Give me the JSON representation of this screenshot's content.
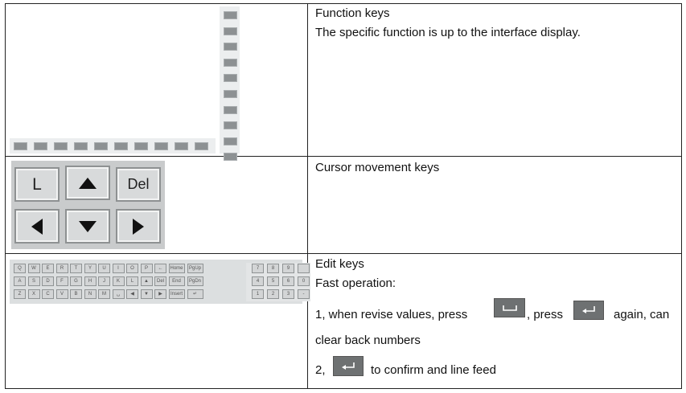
{
  "rows": [
    {
      "id": "function-keys",
      "title": "Function keys",
      "lines": [
        "The specific function is up to the interface display."
      ]
    },
    {
      "id": "cursor-keys",
      "title": "Cursor movement keys",
      "keys": {
        "top_left": "L",
        "top_right": "Del"
      }
    },
    {
      "id": "edit-keys",
      "title": "Edit keys",
      "fast_operation": "Fast operation:",
      "step1_a": "1, when revise values, press",
      "step1_b": ", press",
      "step1_c": "again, can",
      "step1_d": "clear back numbers",
      "step2_a": "2,",
      "step2_b": "to confirm and line feed",
      "keyboard": {
        "row1": [
          "Q",
          "W",
          "E",
          "R",
          "T",
          "Y",
          "U",
          "I",
          "O",
          "P",
          "←",
          "Home",
          "PgUp"
        ],
        "row2": [
          "A",
          "S",
          "D",
          "F",
          "G",
          "H",
          "J",
          "K",
          "L",
          "▲",
          "Del",
          "End",
          "PgDn"
        ],
        "row3": [
          "Z",
          "X",
          "C",
          "V",
          "B",
          "N",
          "M",
          "␣",
          "◀",
          "▼",
          "▶",
          "Insert",
          "↵"
        ],
        "num1": [
          "7",
          "8",
          "9",
          ""
        ],
        "num2": [
          "4",
          "5",
          "6",
          "0"
        ],
        "num3": [
          "1",
          "2",
          "3",
          "-"
        ]
      }
    }
  ]
}
